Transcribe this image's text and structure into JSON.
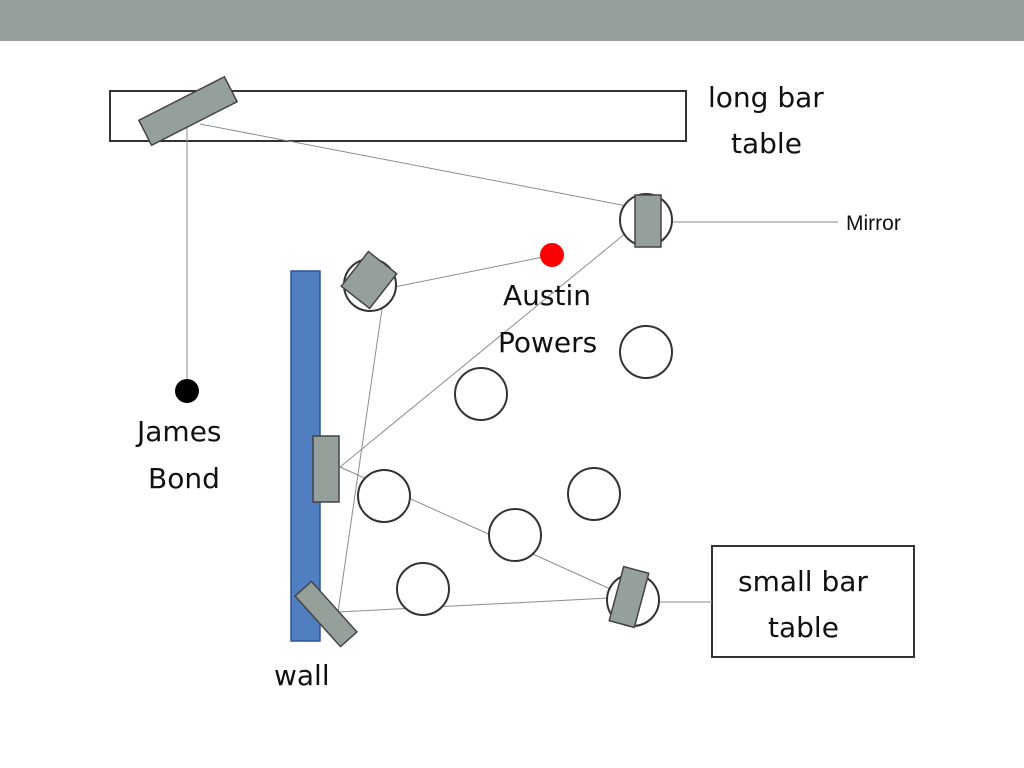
{
  "colors": {
    "header_bar": "#939f98",
    "mirror_fill": "#95a09b",
    "wall": "#4f7fc0",
    "wall_stroke": "#2f5597",
    "austin": "#ff0000",
    "bond": "#000000"
  },
  "labels": {
    "long_bar_table": [
      "long bar",
      "table"
    ],
    "small_bar_table": [
      "small bar",
      "table"
    ],
    "mirror": "Mirror",
    "austin_powers": [
      "Austin",
      "Powers"
    ],
    "james_bond": [
      "James",
      "Bond"
    ],
    "wall": "wall"
  }
}
